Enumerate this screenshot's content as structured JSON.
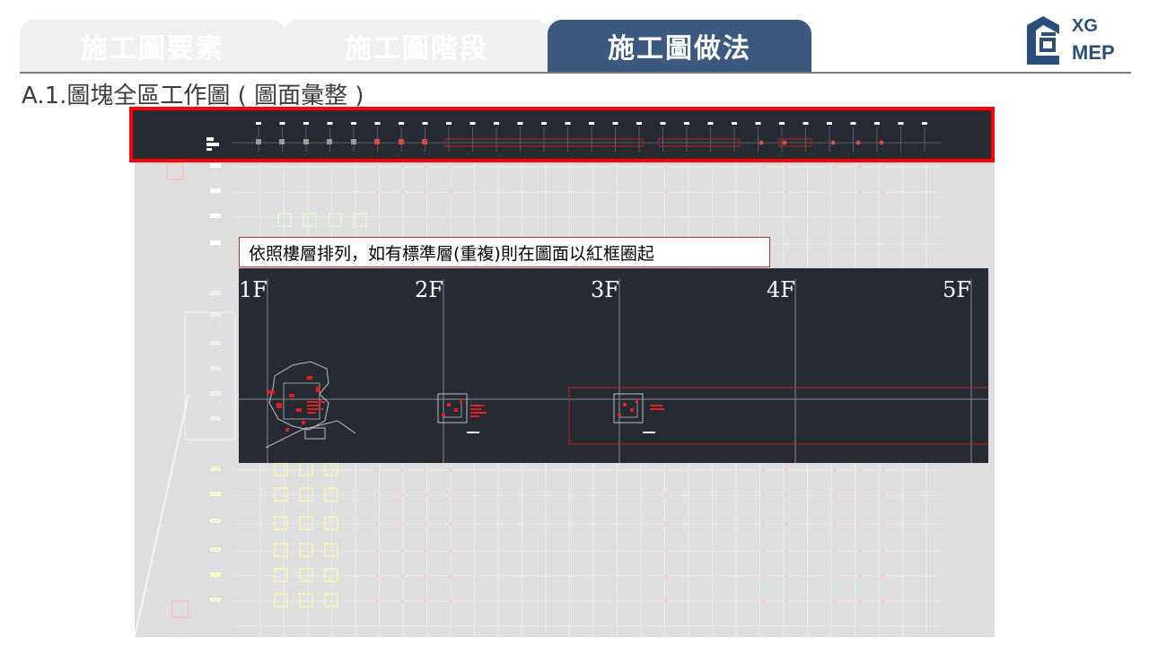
{
  "tabs": [
    {
      "label": "施工圖要素",
      "state": "inactive"
    },
    {
      "label": "施工圖階段",
      "state": "inactive"
    },
    {
      "label": "施工圖做法",
      "state": "active"
    }
  ],
  "logo": {
    "line1": "XG",
    "line2": "MEP"
  },
  "heading": "A.1.圖塊全區工作圖 ( 圖面彙整 )",
  "callout": "依照樓層排列，如有標準層(重複)則在圖面以紅框圈起",
  "floors": [
    "1F",
    "2F",
    "3F",
    "4F",
    "5F"
  ],
  "colors": {
    "active_tab": "#3c5a80",
    "inactive_tab": "#f0f0f0",
    "highlight": "#ff0000",
    "cad_background": "#252a33",
    "logo": "#2c4f7a"
  }
}
